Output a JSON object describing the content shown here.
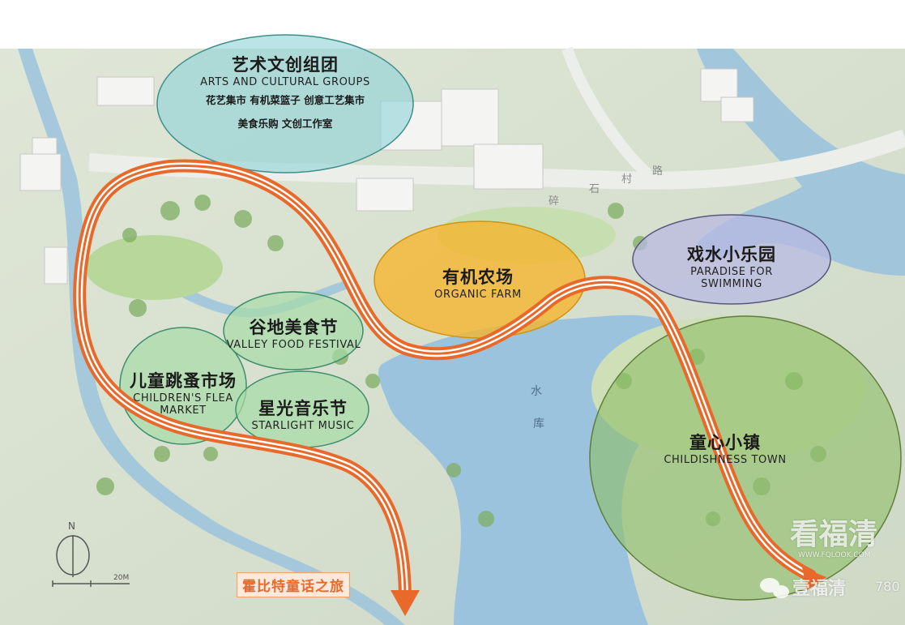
{
  "map": {
    "road_label": [
      "碎",
      "石",
      "村",
      "路"
    ],
    "reservoir_label": [
      "水",
      "库"
    ],
    "north_label": "N",
    "scale_label": "20M"
  },
  "zones": {
    "arts": {
      "zh": "艺术文创组团",
      "en": "ARTS AND CULTURAL GROUPS",
      "items_line1": "花艺集市  有机菜篮子  创意工艺集市",
      "items_line2": "美食乐购  文创工作室"
    },
    "farm": {
      "zh": "有机农场",
      "en": "ORGANIC FARM"
    },
    "swim": {
      "zh": "戏水小乐园",
      "en_line1": "PARADISE FOR",
      "en_line2": "SWIMMING"
    },
    "food": {
      "zh": "谷地美食节",
      "en": "VALLEY FOOD FESTIVAL"
    },
    "flea": {
      "zh": "儿童跳蚤市场",
      "en_line1": "CHILDREN'S FLEA",
      "en_line2": "MARKET"
    },
    "music": {
      "zh": "星光音乐节",
      "en": "STARLIGHT MUSIC"
    },
    "town": {
      "zh": "童心小镇",
      "en": "CHILDISHNESS TOWN"
    }
  },
  "route": {
    "label": "霍比特童话之旅",
    "color": "#e8692a"
  },
  "watermark": {
    "brand": "看福清",
    "url": "WWW.FQLOOK.COM",
    "account": "壹福清",
    "number": "780"
  },
  "colors": {
    "arts_fill": "#8fd3d6",
    "farm_fill": "#f6b52a",
    "swim_fill": "#b9b8e3",
    "green_fill": "#a6dba6",
    "town_fill": "#8fbf6a",
    "water": "#9bc3dd",
    "land": "#e3e8d8"
  }
}
